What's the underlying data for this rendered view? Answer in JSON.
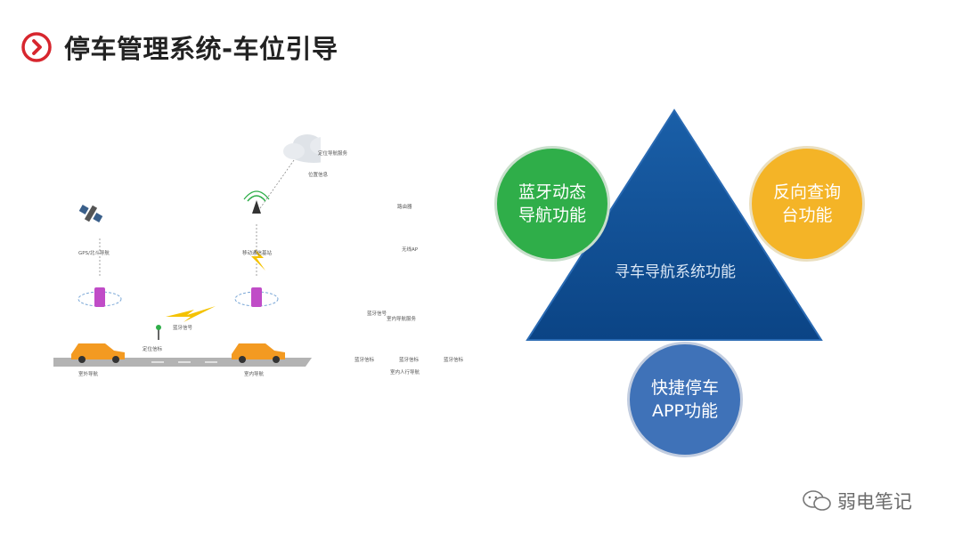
{
  "title": "停车管理系统-车位引导",
  "diagram_labels": {
    "cloud": "定位导航服务",
    "cloud_sub": "位置信息",
    "router": "路由器",
    "ap": "无线AP",
    "satellite": "GPS/北斗导航",
    "tower": "移动通信基站",
    "outdoor_nav": "室外导航",
    "indoor_nav": "室内导航",
    "indoor_walk": "室内人行导航",
    "locate_beacon": "定位信标",
    "beacon_1": "蓝牙信标",
    "beacon_2": "蓝牙信标",
    "beacon_3": "蓝牙信标",
    "bt_link": "蓝牙信号",
    "bt_link2": "蓝牙信号",
    "indoor_service": "室内导航服务"
  },
  "center": "寻车导航系统功能",
  "circles": {
    "green": "蓝牙动态导航功能",
    "yellow": "反向查询台功能",
    "blue": "快捷停车APP功能"
  },
  "watermark": "弱电笔记",
  "colors": {
    "accent_red": "#d7262e",
    "green": "#2fae49",
    "yellow": "#f4b427",
    "blue": "#3f72b8",
    "triangle": "#0f4f97"
  }
}
